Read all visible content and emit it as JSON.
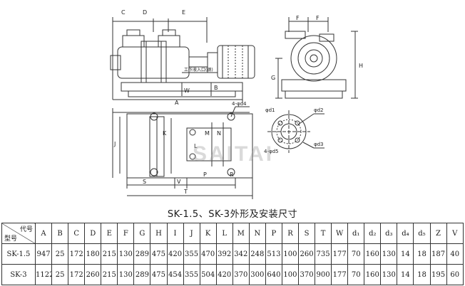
{
  "diagram": {
    "front_labels": [
      "C",
      "D",
      "E",
      "A",
      "B",
      "W"
    ],
    "front_note": "工作液入口(钢)",
    "side_labels": [
      "F",
      "F",
      "G",
      "H"
    ],
    "plan_labels": [
      "J",
      "K",
      "L",
      "M",
      "N",
      "S",
      "V",
      "P",
      "R",
      "T",
      "4-φd4"
    ],
    "flange_labels": [
      "φd1",
      "φd2",
      "φd3",
      "4-φd5"
    ]
  },
  "watermark": "SAITAI",
  "caption": "SK-1.5、SK-3外形及安装尺寸",
  "table": {
    "corner_top": "代号",
    "corner_bottom": "型号",
    "columns": [
      "A",
      "B",
      "C",
      "D",
      "E",
      "F",
      "G",
      "H",
      "I",
      "J",
      "K",
      "L",
      "M",
      "N",
      "P",
      "R",
      "S",
      "T",
      "W",
      "d₁",
      "d₂",
      "d₃",
      "d₄",
      "d₅",
      "Z",
      "V"
    ],
    "rows": [
      {
        "model": "SK-1.5",
        "values": [
          "947",
          "25",
          "172",
          "180",
          "215",
          "130",
          "289",
          "475",
          "420",
          "355",
          "470",
          "392",
          "342",
          "248",
          "513",
          "100",
          "260",
          "735",
          "177",
          "70",
          "160",
          "130",
          "14",
          "18",
          "187",
          "40"
        ]
      },
      {
        "model": "SK-3",
        "values": [
          "1122",
          "25",
          "172",
          "260",
          "215",
          "130",
          "289",
          "475",
          "454",
          "355",
          "504",
          "420",
          "370",
          "300",
          "640",
          "100",
          "370",
          "900",
          "177",
          "70",
          "160",
          "130",
          "14",
          "18",
          "195",
          "60"
        ]
      }
    ]
  }
}
